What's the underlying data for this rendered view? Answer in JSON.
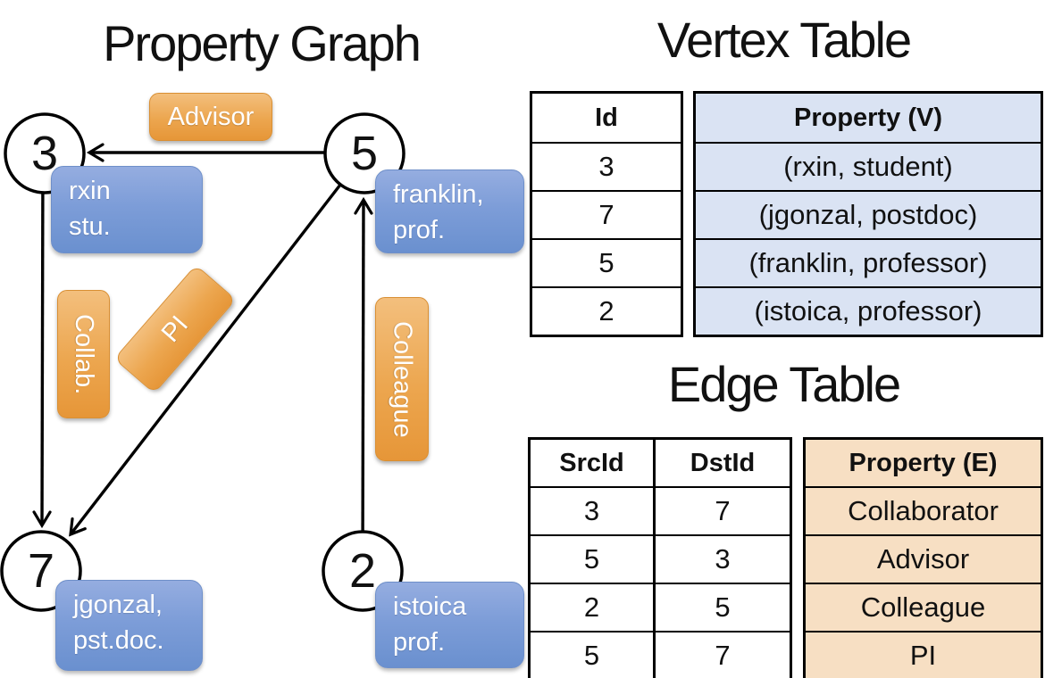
{
  "left_panel": {
    "title": "Property Graph",
    "nodes": [
      {
        "id": "3",
        "property": {
          "line1": "rxin",
          "line2": "stu."
        }
      },
      {
        "id": "5",
        "property": {
          "line1": "franklin,",
          "line2": "prof."
        }
      },
      {
        "id": "7",
        "property": {
          "line1": "jgonzal,",
          "line2": "pst.doc."
        }
      },
      {
        "id": "2",
        "property": {
          "line1": "istoica",
          "line2": "prof."
        }
      }
    ],
    "edge_labels": {
      "advisor": "Advisor",
      "collab": "Collab.",
      "pi": "PI",
      "colleague": "Colleague"
    }
  },
  "vertex_table": {
    "title": "Vertex Table",
    "columns": {
      "id": "Id",
      "property": "Property (V)"
    },
    "rows": [
      {
        "id": "3",
        "property": "(rxin, student)"
      },
      {
        "id": "7",
        "property": "(jgonzal, postdoc)"
      },
      {
        "id": "5",
        "property": "(franklin, professor)"
      },
      {
        "id": "2",
        "property": "(istoica, professor)"
      }
    ]
  },
  "edge_table": {
    "title": "Edge Table",
    "columns": {
      "src": "SrcId",
      "dst": "DstId",
      "property": "Property (E)"
    },
    "rows": [
      {
        "src": "3",
        "dst": "7",
        "property": "Collaborator"
      },
      {
        "src": "5",
        "dst": "3",
        "property": "Advisor"
      },
      {
        "src": "2",
        "dst": "5",
        "property": "Colleague"
      },
      {
        "src": "5",
        "dst": "7",
        "property": "PI"
      }
    ]
  },
  "colors": {
    "edge_label_orange": "#eca64f",
    "vertex_box_blue": "#7d9dd8",
    "vertex_cell_bg": "#dae3f3",
    "edge_cell_bg": "#f7dfc3",
    "line_black": "#000000"
  }
}
